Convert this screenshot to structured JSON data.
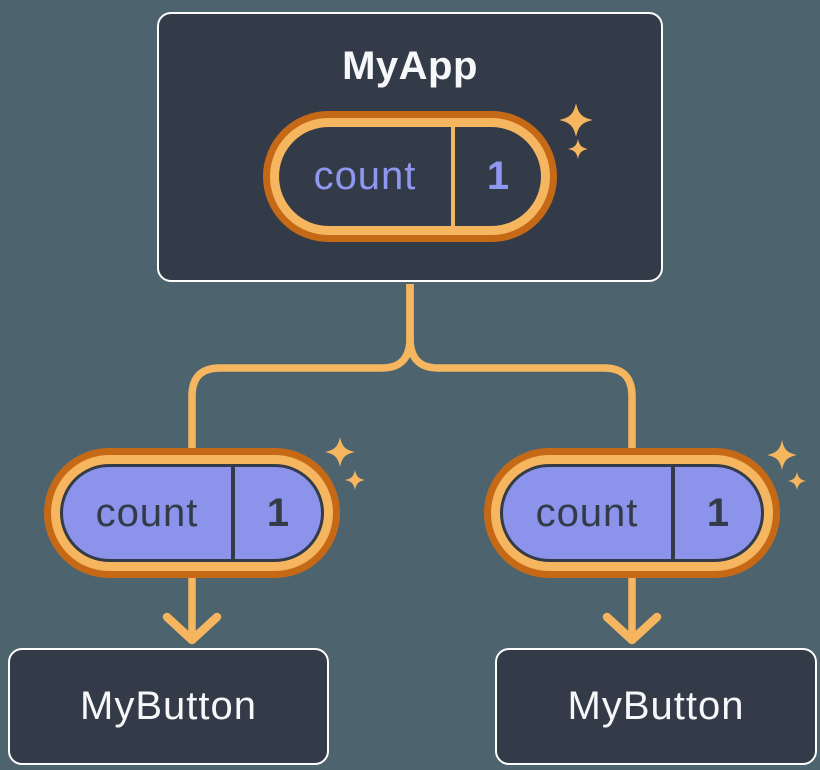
{
  "diagram": {
    "description": "React state tree: parent component holding state passed down as props to two children",
    "root": {
      "title": "MyApp",
      "state": {
        "name": "count",
        "value": "1"
      }
    },
    "children": [
      {
        "title": "MyButton",
        "prop": {
          "name": "count",
          "value": "1"
        }
      },
      {
        "title": "MyButton",
        "prop": {
          "name": "count",
          "value": "1"
        }
      }
    ],
    "icons": {
      "sparkle": "✦"
    },
    "colors": {
      "background": "#4D646E",
      "node_fill": "#343B48",
      "node_border": "#FCFCFC",
      "node_text": "#F6F7F9",
      "pill_fill": "#8B93EA",
      "pill_ring_outer": "#C56917",
      "pill_ring_inner": "#F6B65F",
      "connector": "#F6B65F",
      "state_text": "#8F98EF",
      "prop_text": "#333B48"
    }
  }
}
